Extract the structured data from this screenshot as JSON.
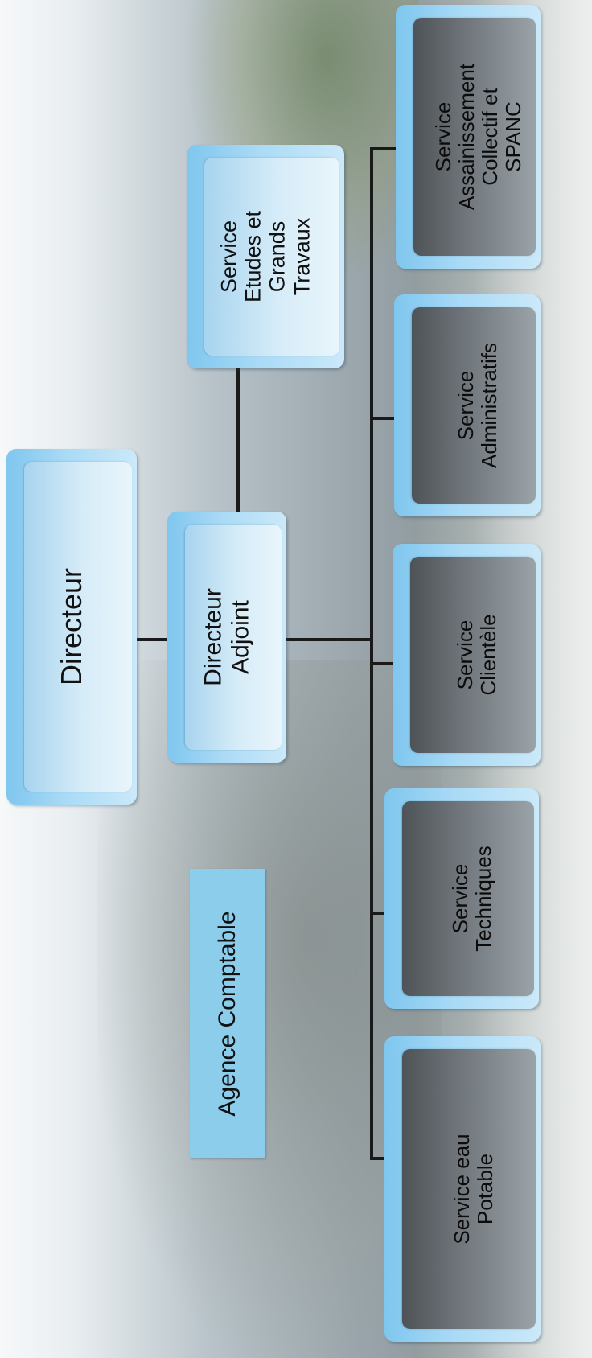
{
  "nodes": {
    "directeur": "Directeur",
    "directeur_adjoint": "Directeur\nAdjoint",
    "service_etudes": "Service\nEtudes et\nGrands\nTravaux",
    "agence_comptable": "Agence Comptable",
    "service_eau": "Service eau\nPotable",
    "service_techniques": "Service\nTechniques",
    "service_clientele": "Service\nClientèle",
    "service_administratifs": "Service\nAdministratifs",
    "service_assainissement": "Service\nAssainissement\nCollectif et\nSPANC"
  },
  "colors": {
    "box_outer": "#7fc6ee",
    "box_inner_light": "#d6ecf8",
    "box_inner_dark": "#6d7378",
    "agence_fill": "#8ccdec",
    "connector": "#1a1a1a"
  }
}
